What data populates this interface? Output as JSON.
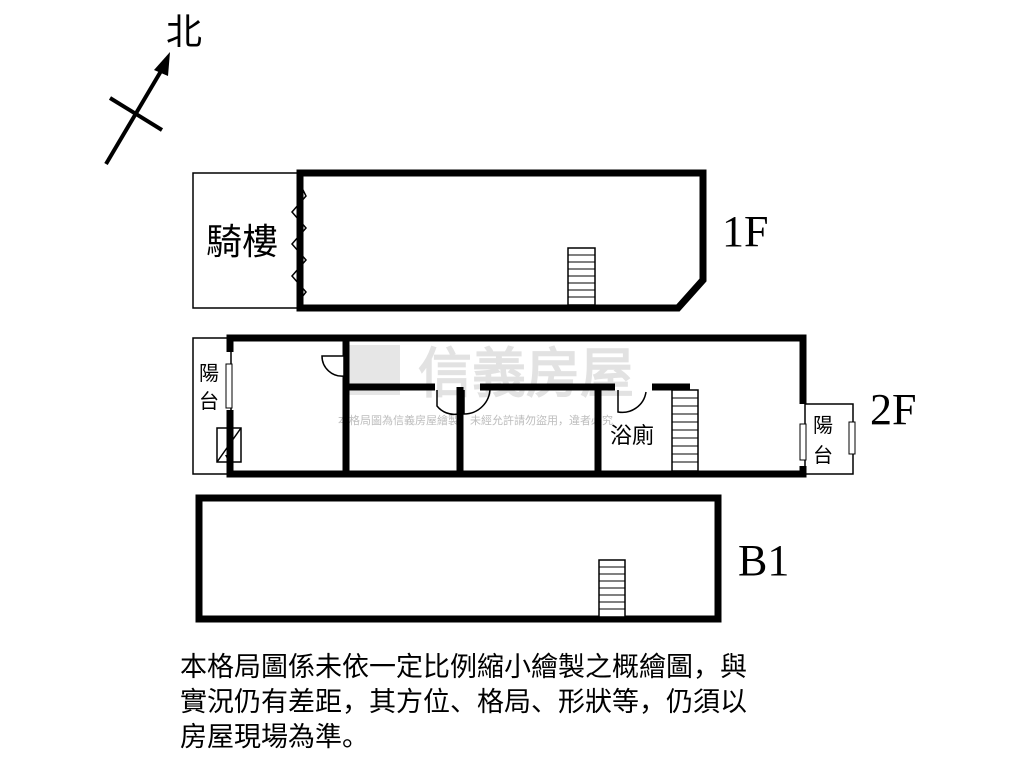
{
  "compass": {
    "north_label": "北"
  },
  "floors": {
    "f1": {
      "label": "1F",
      "arcade_label": "騎樓"
    },
    "f2": {
      "label": "2F",
      "balcony_left": "陽台",
      "balcony_right": "陽台",
      "bathroom_label": "浴廁"
    },
    "b1": {
      "label": "B1"
    }
  },
  "watermark": {
    "brand": "信義房屋",
    "note": "本格局圖為信義房屋繪製，未經允許請勿盜用，違者必究"
  },
  "disclaimer": {
    "lines": [
      "本格局圖係未依一定比例縮小繪製之概繪圖，與",
      "實況仍有差距，其方位、格局、形狀等，仍須以",
      "房屋現場為準。"
    ]
  }
}
